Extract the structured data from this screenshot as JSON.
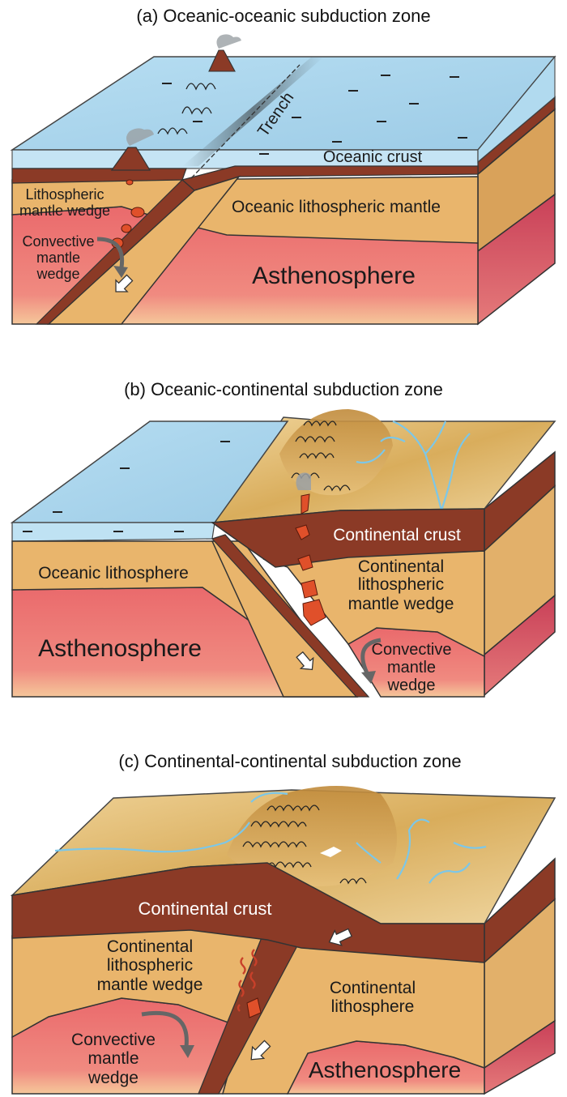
{
  "panel_a": {
    "title": "(a) Oceanic-oceanic subduction zone",
    "labels": {
      "trench": "Trench",
      "oceanic_crust": "Oceanic crust",
      "lithospheric_line1": "Lithospheric",
      "lithospheric_line2": "mantle wedge",
      "oceanic_lith_mantle": "Oceanic lithospheric mantle",
      "convective_line1": "Convective",
      "convective_line2": "mantle",
      "convective_line3": "wedge",
      "asthenosphere": "Asthenosphere"
    }
  },
  "panel_b": {
    "title": "(b) Oceanic-continental subduction zone",
    "labels": {
      "continental_crust": "Continental crust",
      "oceanic_lithosphere": "Oceanic lithosphere",
      "cont_lith_line1": "Continental",
      "cont_lith_line2": "lithospheric",
      "cont_lith_line3": "mantle wedge",
      "asthenosphere": "Asthenosphere",
      "convective_line1": "Convective",
      "convective_line2": "mantle",
      "convective_line3": "wedge"
    }
  },
  "panel_c": {
    "title": "(c) Continental-continental subduction zone",
    "labels": {
      "continental_crust": "Continental crust",
      "cont_lith_wedge_line1": "Continental",
      "cont_lith_wedge_line2": "lithospheric",
      "cont_lith_wedge_line3": "mantle wedge",
      "cont_lith_line1": "Continental",
      "cont_lith_line2": "lithosphere",
      "convective_line1": "Convective",
      "convective_line2": "mantle",
      "convective_line3": "wedge",
      "asthenosphere": "Asthenosphere"
    }
  },
  "colors": {
    "sea": "#a9d6ee",
    "crust": "#8b3a26",
    "lithosphere": "#e8b46a",
    "asthenosphere": "#ec7070",
    "land": "#e2bf7a",
    "magma": "#e0502a",
    "river": "#7cc7e8"
  }
}
